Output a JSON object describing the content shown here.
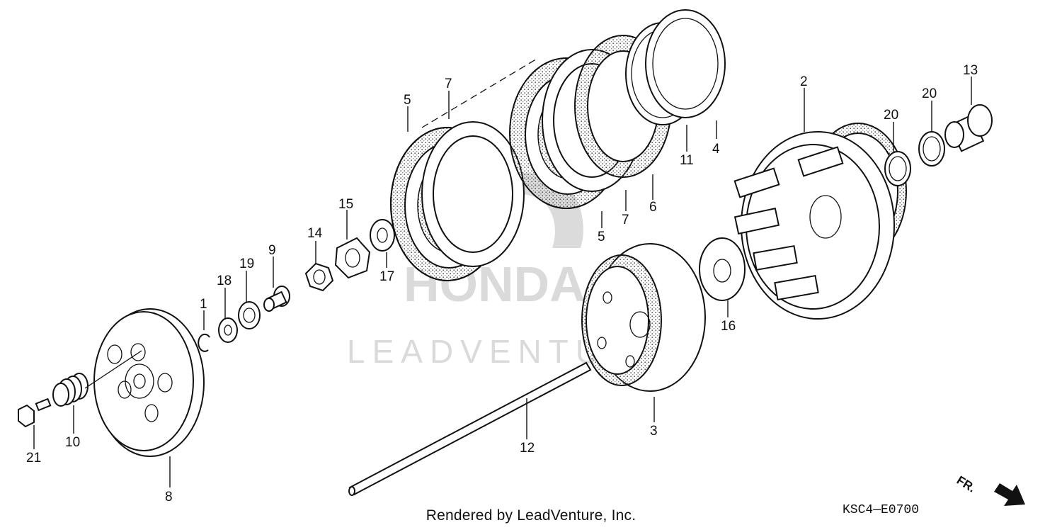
{
  "diagram": {
    "watermark_brand": "HONDA",
    "watermark_text": "LEADVENTURE",
    "footer_text": "Rendered by LeadVenture, Inc.",
    "diagram_code": "KSC4—E0700",
    "direction_label": "FR.",
    "part_labels": [
      "1",
      "2",
      "3",
      "4",
      "5",
      "5",
      "6",
      "7",
      "7",
      "8",
      "9",
      "10",
      "11",
      "12",
      "13",
      "14",
      "15",
      "16",
      "17",
      "18",
      "19",
      "20",
      "20",
      "21"
    ]
  }
}
